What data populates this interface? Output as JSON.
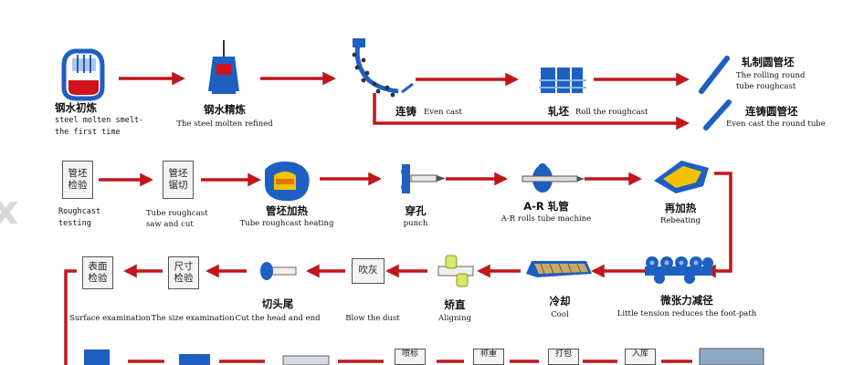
{
  "watermark": "x",
  "steps": {
    "melting": {
      "cn": "钢水初炼",
      "en1": "steel molten smelt-",
      "en2": "the first time"
    },
    "refining": {
      "cn": "钢水精炼",
      "en": "The steel molten refined"
    },
    "even_cast": {
      "cn": "连铸",
      "en": "Even cast"
    },
    "roll_roughcast": {
      "cn": "轧坯",
      "en": "Roll the roughcast"
    },
    "rolling_round": {
      "cn": "轧制圆管坯",
      "en1": "The  rolling  round",
      "en2": "tube roughcast"
    },
    "even_cast_round": {
      "cn": "连铸圆管坯",
      "en": "Even cast the round tube"
    },
    "roughcast_testing": {
      "box1": "管坯",
      "box2": "检验",
      "en1": "Roughcast",
      "en2": "testing"
    },
    "saw_cut": {
      "box1": "管坯",
      "box2": "锯切",
      "en1": "Tube  roughcast",
      "en2": "saw and cut"
    },
    "heating": {
      "cn": "管坯加热",
      "en": "Tube roughcast heating"
    },
    "punch": {
      "cn": "穿孔",
      "en": "punch"
    },
    "ar_rolls": {
      "cn": "A-R 轧管",
      "en": "A-R rolls tube machine"
    },
    "reheating": {
      "cn": "再加热",
      "en": "Rebeating"
    },
    "tension": {
      "cn": "微张力减径",
      "en": "Little tension reduces the foot-path"
    },
    "cool": {
      "cn": "冷却",
      "en": "Cool"
    },
    "aligning": {
      "cn": "矫直",
      "en": "Aligning"
    },
    "blow_dust": {
      "box": "吹灰",
      "en": "Blow the dust"
    },
    "cut_ends": {
      "cn": "切头尾",
      "en": "Cut the head and end"
    },
    "size_exam": {
      "box1": "尺寸",
      "box2": "检验",
      "en": "The size examination"
    },
    "surface_exam": {
      "box1": "表面",
      "box2": "检验",
      "en": "Surface examination"
    },
    "row4": {
      "box_a": "喷标",
      "box_b": "称重",
      "box_c": "打包",
      "box_d": "入库"
    }
  },
  "colors": {
    "arrow": "#c0171c",
    "equipment": "#1e5fc2",
    "molten": "#d0141b",
    "box_border": "#555555"
  }
}
